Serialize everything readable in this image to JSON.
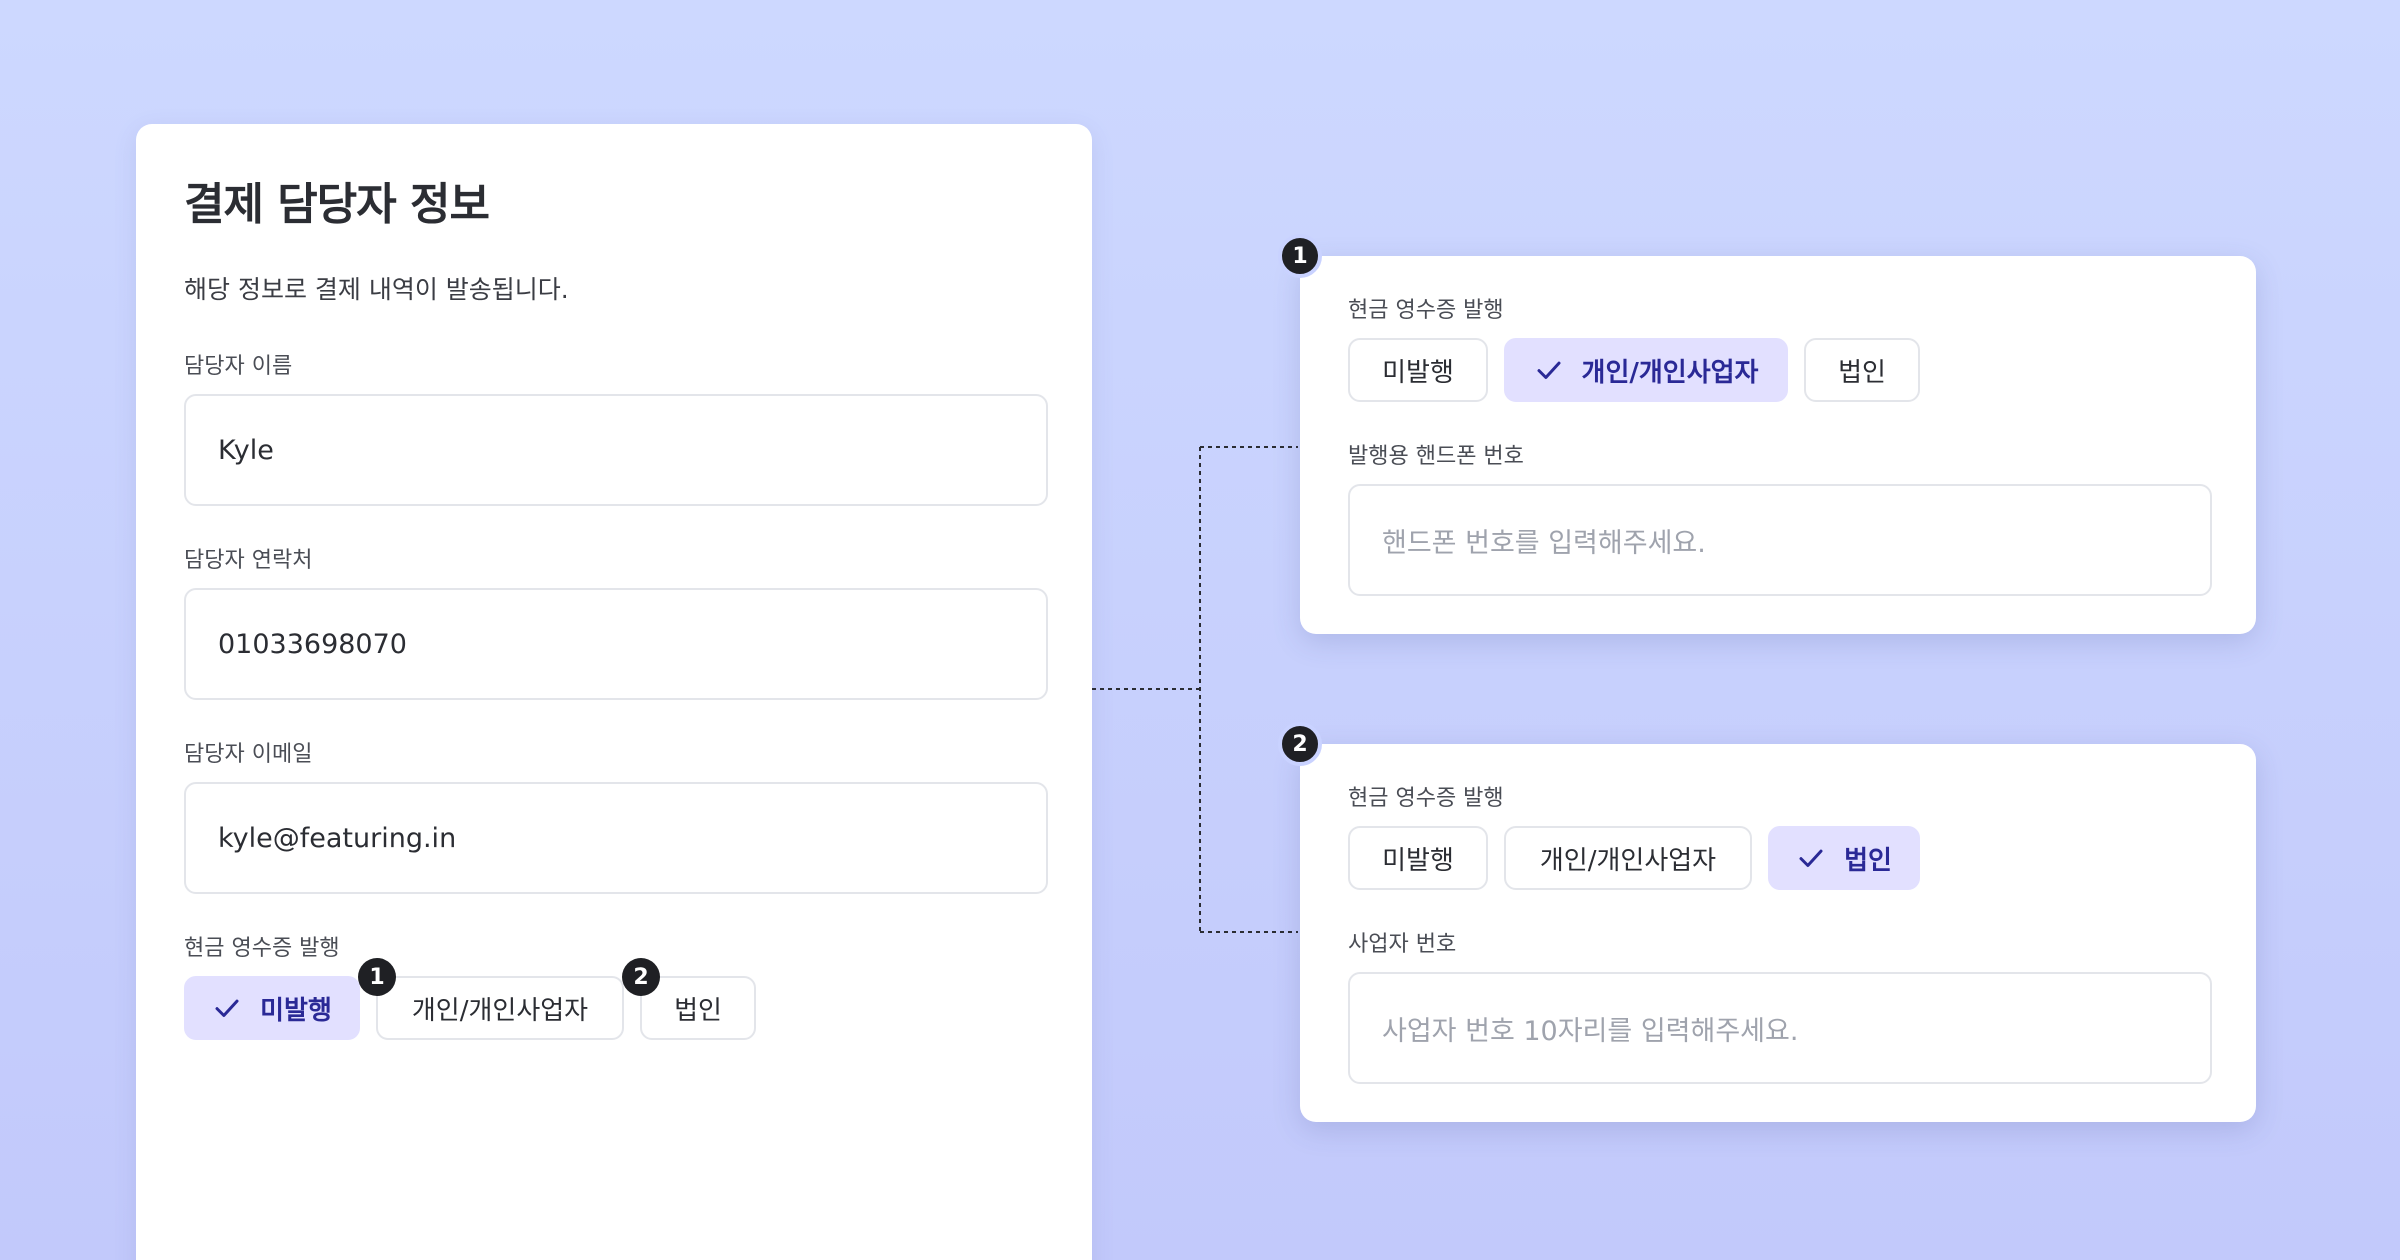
{
  "main": {
    "title": "결제 담당자 정보",
    "subtitle": "해당 정보로 결제 내역이 발송됩니다.",
    "name_label": "담당자 이름",
    "name_value": "Kyle",
    "phone_label": "담당자 연락처",
    "phone_value": "01033698070",
    "email_label": "담당자 이메일",
    "email_value": "kyle@featuring.in",
    "receipt_label": "현금 영수증 발행",
    "options": [
      "미발행",
      "개인/개인사업자",
      "법인"
    ],
    "selected_option": "미발행",
    "badges": [
      "1",
      "2"
    ]
  },
  "card1": {
    "badge": "1",
    "receipt_label": "현금 영수증 발행",
    "options": [
      "미발행",
      "개인/개인사업자",
      "법인"
    ],
    "selected_option": "개인/개인사업자",
    "field_label": "발행용 핸드폰 번호",
    "field_placeholder": "핸드폰 번호를 입력해주세요."
  },
  "card2": {
    "badge": "2",
    "receipt_label": "현금 영수증 발행",
    "options": [
      "미발행",
      "개인/개인사업자",
      "법인"
    ],
    "selected_option": "법인",
    "field_label": "사업자 번호",
    "field_placeholder": "사업자 번호 10자리를 입력해주세요."
  },
  "colors": {
    "background": "#c8d1ff",
    "selected_chip_bg": "#e2e0ff",
    "selected_chip_text": "#2a2996",
    "badge": "#1f2024"
  },
  "icons": {
    "check": "check-icon"
  }
}
